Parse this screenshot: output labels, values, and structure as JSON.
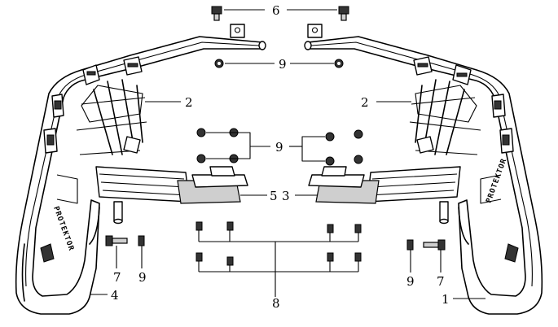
{
  "labels": {
    "l1": "1",
    "l2a": "2",
    "l2b": "2",
    "l3": "3",
    "l4": "4",
    "l5": "5",
    "l6": "6",
    "l7a": "7",
    "l7b": "7",
    "l8": "8",
    "l9top": "9",
    "l9mid": "9",
    "l9a": "9",
    "l9b": "9"
  }
}
